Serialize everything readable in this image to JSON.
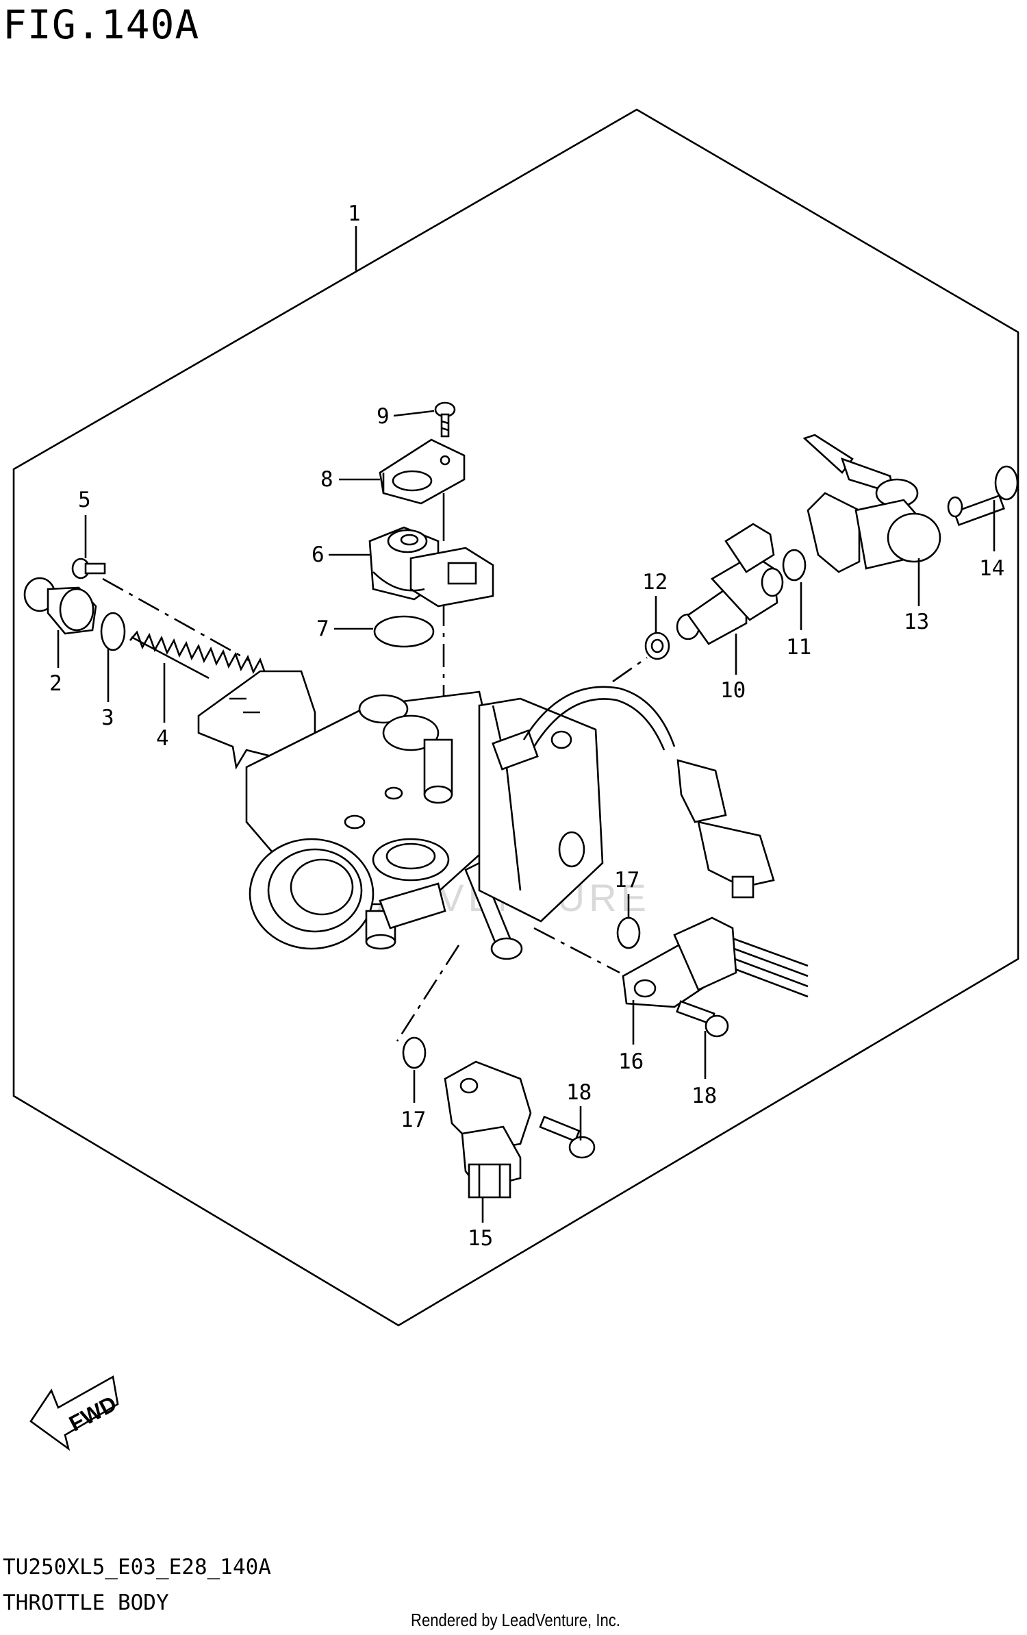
{
  "figure": {
    "title": "FIG.140A",
    "model_code": "TU250XL5_E03_E28_140A",
    "section_name": "THROTTLE BODY",
    "credit": "Rendered by LeadVenture, Inc.",
    "watermark": "LEADVENTURE",
    "fwd_label": "FWD"
  },
  "callouts": [
    {
      "ref": "1"
    },
    {
      "ref": "2"
    },
    {
      "ref": "3"
    },
    {
      "ref": "4"
    },
    {
      "ref": "5"
    },
    {
      "ref": "6"
    },
    {
      "ref": "7"
    },
    {
      "ref": "8"
    },
    {
      "ref": "9"
    },
    {
      "ref": "10"
    },
    {
      "ref": "11"
    },
    {
      "ref": "12"
    },
    {
      "ref": "13"
    },
    {
      "ref": "14"
    },
    {
      "ref": "15"
    },
    {
      "ref": "16"
    },
    {
      "ref": "17"
    },
    {
      "ref": "17"
    },
    {
      "ref": "18"
    },
    {
      "ref": "18"
    }
  ],
  "colors": {
    "line": "#000000",
    "background": "#ffffff",
    "watermark": "#d9d9d9"
  }
}
